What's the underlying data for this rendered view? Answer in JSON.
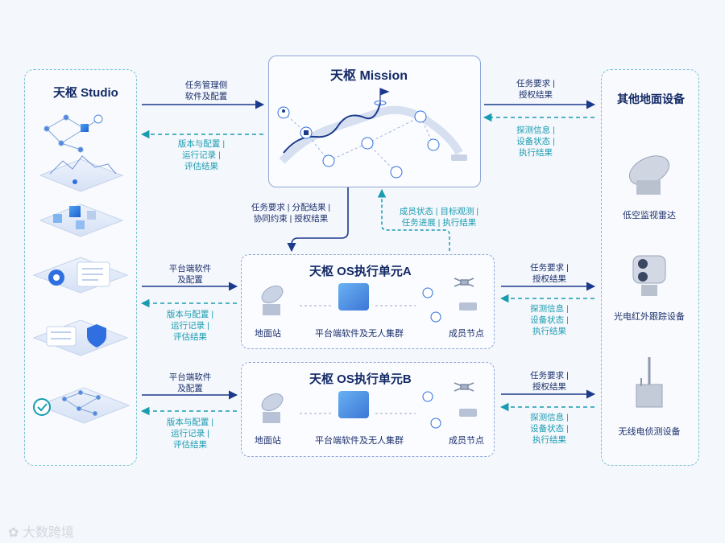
{
  "studio": {
    "title": "天枢 Studio"
  },
  "mission": {
    "title": "天枢 Mission"
  },
  "unit_a": {
    "title": "天枢 OS执行单元A",
    "ground_station": "地面站",
    "platform": "平台端软件及无人集群",
    "members": "成员节点"
  },
  "unit_b": {
    "title": "天枢 OS执行单元B",
    "ground_station": "地面站",
    "platform": "平台端软件及无人集群",
    "members": "成员节点"
  },
  "ground_devices": {
    "title": "其他地面设备",
    "radar": "低空监视雷达",
    "eo": "光电红外跟踪设备",
    "radio": "无线电侦测设备"
  },
  "flows": {
    "studio_to_mission": [
      "任务管理侧",
      "软件及配置"
    ],
    "mission_to_studio": [
      "版本与配置 |",
      "运行记录 |",
      "评估结果"
    ],
    "mission_to_devices": [
      "任务要求 |",
      "授权结果"
    ],
    "devices_to_mission": [
      "探测信息 |",
      "设备状态 |",
      "执行结果"
    ],
    "mission_to_unit": [
      "任务要求 | 分配结果 |",
      "协同约束 | 授权结果"
    ],
    "unit_to_mission": [
      "成员状态 | 目标观测 |",
      "任务进展 | 执行结果"
    ],
    "studio_to_a": [
      "平台端软件",
      "及配置"
    ],
    "a_to_studio": [
      "版本与配置 |",
      "运行记录 |",
      "评估结果"
    ],
    "a_to_devices": [
      "任务要求 |",
      "授权结果"
    ],
    "devices_to_a": [
      "探测信息 |",
      "设备状态 |",
      "执行结果"
    ],
    "studio_to_b": [
      "平台端软件",
      "及配置"
    ],
    "b_to_studio": [
      "版本与配置 |",
      "运行记录 |",
      "评估结果"
    ],
    "b_to_devices": [
      "任务要求 |",
      "授权结果"
    ],
    "devices_to_b": [
      "探测信息 |",
      "设备状态 |",
      "执行结果"
    ]
  },
  "watermark": "大数跨境",
  "colors": {
    "navy": "#1b3a8c",
    "teal": "#1a9cb0",
    "frame": "#7bc3d6",
    "accent": "#2f6fe0"
  }
}
